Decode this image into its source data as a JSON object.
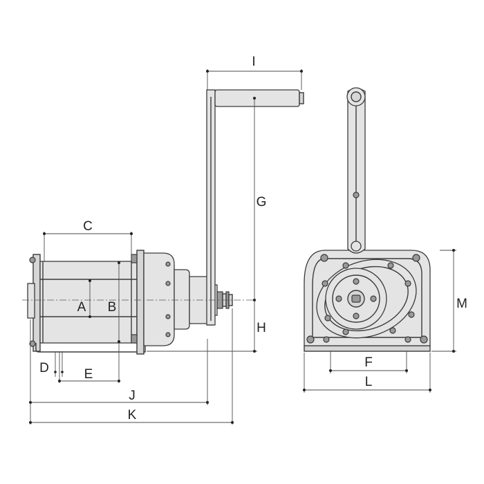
{
  "dimensions": {
    "A": "A",
    "B": "B",
    "C": "C",
    "D": "D",
    "E": "E",
    "F": "F",
    "G": "G",
    "H": "H",
    "I": "I",
    "J": "J",
    "K": "K",
    "L": "L",
    "M": "M"
  },
  "colors": {
    "line": "#3a3a3a",
    "body_fill": "#d6d6d6",
    "light_fill": "#e4e4e4",
    "background": "#ffffff"
  }
}
